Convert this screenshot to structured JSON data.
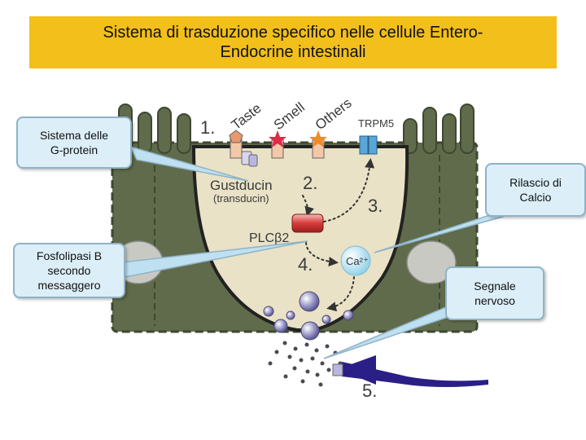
{
  "title": {
    "line1": "Sistema di trasduzione specifico nelle cellule Entero-",
    "line2": "Endocrine intestinali"
  },
  "callouts": {
    "gprotein": {
      "line1": "Sistema delle",
      "line2": "G-protein"
    },
    "calcio": {
      "line1": "Rilascio di",
      "line2": "Calcio"
    },
    "fosfolipasi": {
      "line1": "Fosfolipasi B",
      "line2": "secondo",
      "line3": "messaggero"
    },
    "segnale": {
      "line1": "Segnale",
      "line2": "nervoso"
    }
  },
  "figure": {
    "step1": "1.",
    "step2": "2.",
    "step3": "3.",
    "step4": "4.",
    "step5": "5.",
    "receptor_taste": "Taste",
    "receptor_smell": "Smell",
    "receptor_others": "Others",
    "trpm5": "TRPM5",
    "gustducin": "Gustducin",
    "transducin": "(transducin)",
    "plc": "PLCβ2",
    "calcium": "Ca²⁺"
  },
  "colors": {
    "title_bg": "#f2bf1b",
    "tissue": "#5f6b4a",
    "cell_body": "#e9e2c6",
    "callout_bg": "#dceef7",
    "nerve": "#2a1f86"
  }
}
